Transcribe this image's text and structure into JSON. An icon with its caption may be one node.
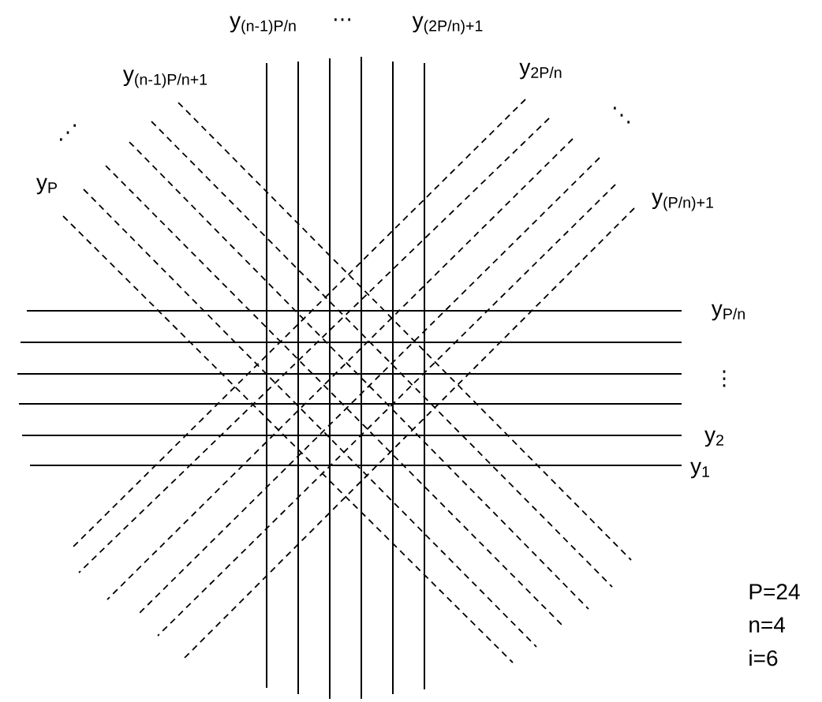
{
  "diagram": {
    "labels": [
      "y$_{(n-1)P/n}$",
      "⋯",
      "y$_{(2P/n)+1}$",
      "y$_{(n-1)P/n+1}$",
      "y$_{2P/n}$",
      "⋰",
      "⋱",
      "y$_{P}$",
      "y$_{(P/n)+1}$",
      "y$_{P/n}$",
      "⋮",
      "y$_{2}$",
      "y$_{1}$",
      "P=24",
      "n=4",
      "i=6"
    ]
  }
}
